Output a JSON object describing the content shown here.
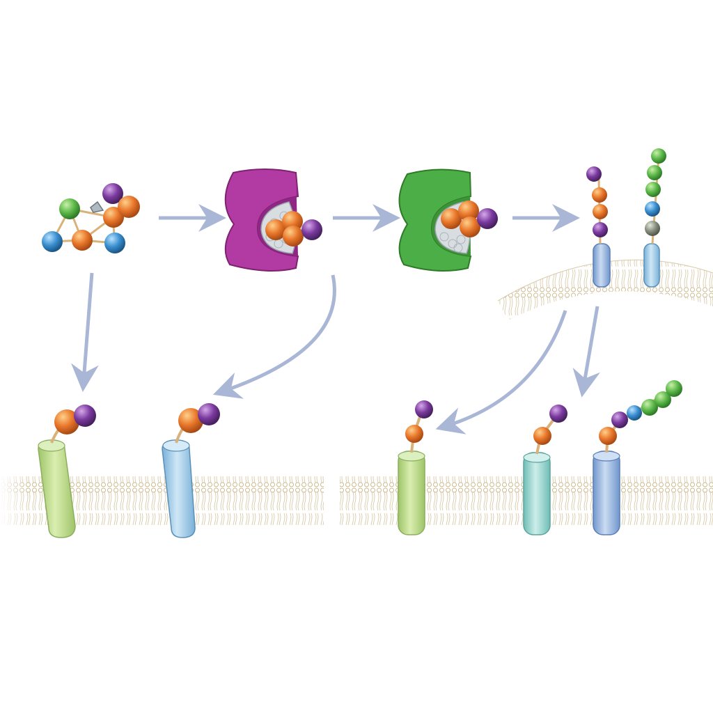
{
  "figure": {
    "caption": "",
    "steps": [
      "precursor-sugar-cluster",
      "magenta-enzyme-with-substrate",
      "green-enzyme-with-substrate",
      "membrane-proteins-with-glycan-chains",
      "membrane-protein-variants"
    ]
  },
  "colors": {
    "background": "#ffffff",
    "arrow": "#a9b6d6",
    "membrane_tails": "#d8c9a8",
    "enzyme_magenta": "#b23aa3",
    "enzyme_green": "#4cae46",
    "bead_orange": "#e8762a",
    "bead_purple": "#7a3a9e",
    "bead_green": "#5cb84a",
    "bead_blue": "#3a8fd0",
    "bead_gray": "#8a9080",
    "protein_lime": "#bcd98a",
    "protein_sky": "#a5cde8",
    "protein_teal": "#9fd8d2",
    "protein_steel": "#9ab8e2",
    "linker": "#d9b27a"
  },
  "icons": {
    "precursor": "molecule-cluster-icon",
    "enzyme_1": "enzyme-pocket-icon",
    "enzyme_2": "enzyme-pocket-icon",
    "membrane": "lipid-bilayer-icon",
    "protein": "transmembrane-protein-icon",
    "arrow": "pathway-arrow-icon"
  },
  "glycan_chains": {
    "top_protein_left": [
      "purple",
      "orange",
      "orange",
      "purple"
    ],
    "top_protein_right": [
      "gray",
      "blue",
      "green",
      "green",
      "green"
    ],
    "bottom_left_a": [
      "orange",
      "purple"
    ],
    "bottom_left_b": [
      "orange",
      "purple"
    ],
    "bottom_right_a": [
      "orange",
      "purple"
    ],
    "bottom_right_b": [
      "orange",
      "purple"
    ],
    "bottom_right_c": [
      "orange",
      "purple",
      "blue",
      "green",
      "green",
      "green"
    ]
  }
}
